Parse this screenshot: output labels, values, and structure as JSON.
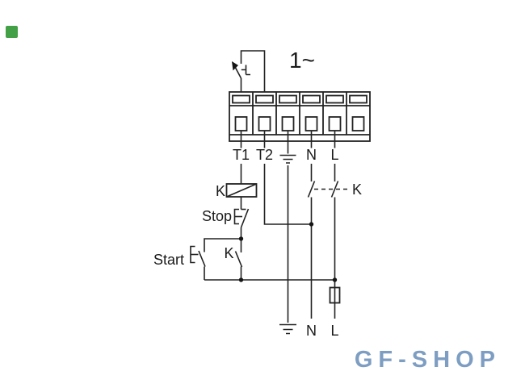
{
  "page": {
    "background_color": "#ffffff"
  },
  "logo": {
    "color": "#43a047"
  },
  "diagram": {
    "stroke_color": "#222222",
    "phase_label": "1~",
    "terminal_labels": {
      "t1": "T1",
      "t2": "T2",
      "n": "N",
      "l": "L"
    },
    "coil_label": "K",
    "stop_label": "Stop",
    "start_label": "Start",
    "aux_contact_label": "K",
    "main_contact_label": "K",
    "bottom_labels": {
      "n": "N",
      "l": "L"
    },
    "icons": {
      "earth_top": "earth-ground-icon",
      "earth_bottom": "earth-ground-icon",
      "thermal_switch": "thermal-protector-switch-icon",
      "fuse": "fuse-icon",
      "logo": "shop-logo-icon"
    }
  },
  "watermark": {
    "text": "GF-SHOP",
    "color": "#7d9ec2"
  }
}
